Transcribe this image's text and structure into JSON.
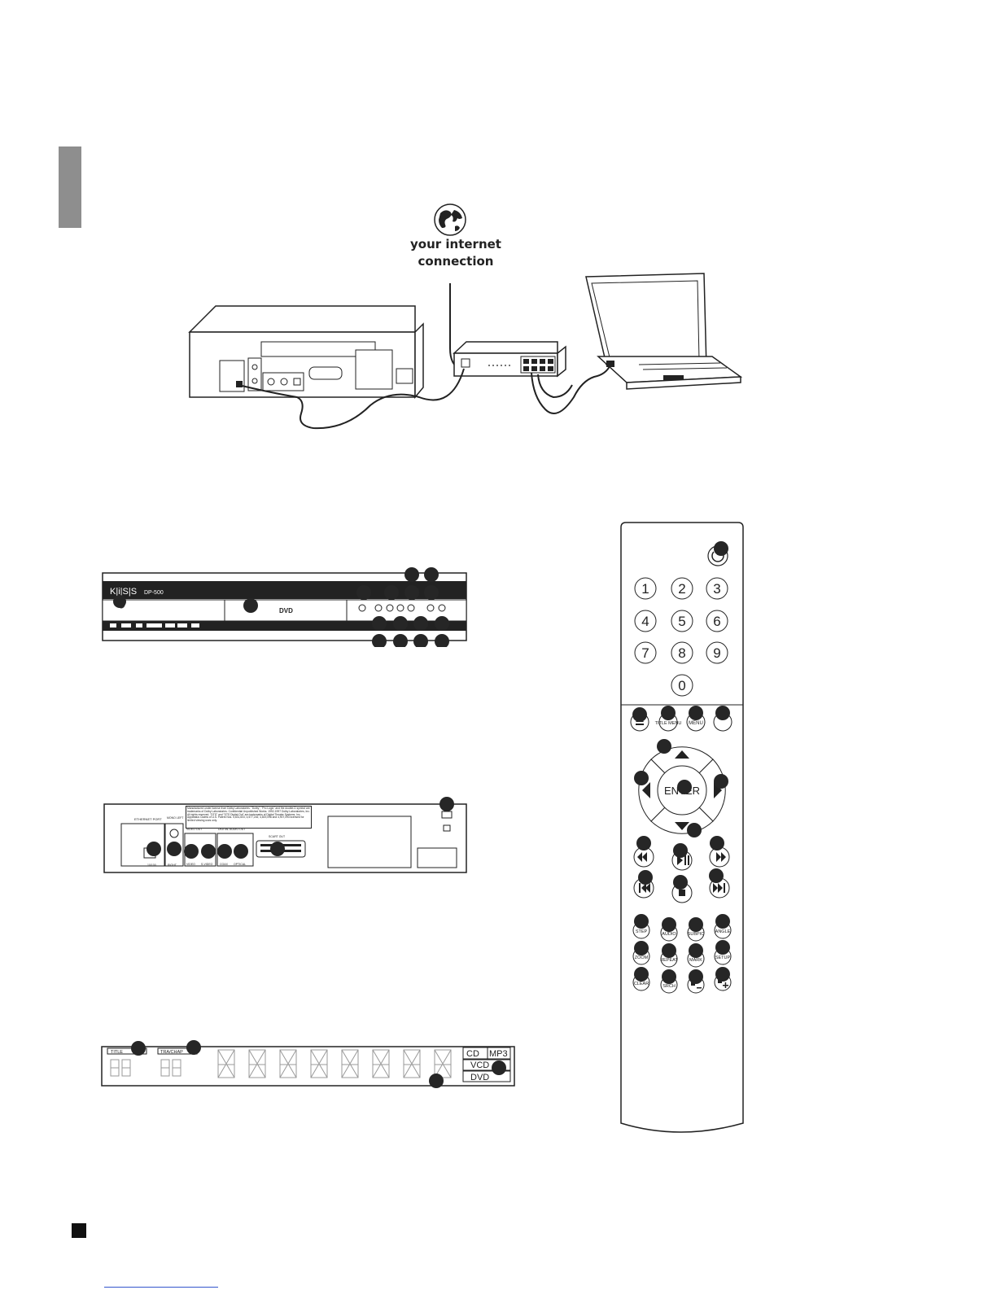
{
  "connection_diagram": {
    "caption_line1": "your internet",
    "caption_line2": "connection"
  },
  "front_panel": {
    "brand": "K|i|S|S",
    "model": "DP-500",
    "dvd_logo": "DVD"
  },
  "rear_panel": {
    "ethernet_label": "ETHERNET PORT",
    "ethernet_jack": "10/100",
    "audio_top_label": "MONO LEFT",
    "audio_right_label": "RIGHT",
    "video_out_label": "VIDEO OUT",
    "video_jack": "VIDEO",
    "svideo_jack": "S-VIDEO",
    "digital_audio_label": "DIGITAL AUDIO OUT",
    "coax_jack": "COAX",
    "optical_jack": "OPTICAL",
    "scart_label": "SCART OUT",
    "dolby_notice": "Manufactured under license from Dolby Laboratories. \"Dolby\", \"Pro Logic\" and the double-D symbol are trademarks of Dolby Laboratories. Confidential Unpublished Works. 1992-1997 Dolby Laboratories, Inc. All rights reserved. \"DTS\" and \"DTS Digital Out\" are trademarks of Digital Theater Systems, Inc. Apparatus Claims of U.S. Patent Nos. 4,631,603; 4,577,216; 4,819,098 and 4,907,093 licensed for limited viewing uses only."
  },
  "display_panel": {
    "title_label": "TITLE",
    "trachap_label": "TRA/CHAP",
    "badge_cd": "CD",
    "badge_mp3": "MP3",
    "badge_vcd": "VCD",
    "badge_dvd": "DVD"
  },
  "remote": {
    "digits": [
      "1",
      "2",
      "3",
      "4",
      "5",
      "6",
      "7",
      "8",
      "9",
      "0"
    ],
    "enter_label": "ENTER",
    "row1": [
      "",
      "TITLE MENU",
      "MENU",
      ""
    ],
    "row_a": [
      "STEP",
      "AUDIO",
      "SUBPIC",
      "ANGLE"
    ],
    "row_b": [
      "ZOOM",
      "REPEAT",
      "MARK",
      "SETUP"
    ],
    "row_c": [
      "CLEAR",
      "SRCH",
      "",
      ""
    ]
  }
}
